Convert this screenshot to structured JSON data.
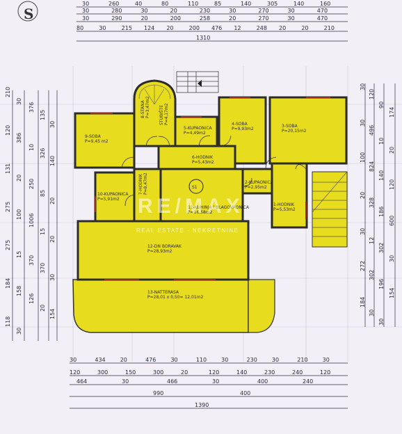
{
  "watermark": {
    "brand": "RE/MAX",
    "tagline": "REAL ESTATE · NEKRETNINE"
  },
  "north_marker": "S",
  "circle_mark": "S1",
  "rooms": [
    {
      "id": "9",
      "label": "9-SOBA",
      "area": "P=9,45 m2"
    },
    {
      "id": "8",
      "label": "8-STANA",
      "area": "P=3,47m2"
    },
    {
      "id": "stub",
      "label": "STUBIŠTE",
      "area": "P=4,17m2"
    },
    {
      "id": "5",
      "label": "5-KUPAONICA",
      "area": "P=4,49m2"
    },
    {
      "id": "4",
      "label": "4-SOBA",
      "area": "P=9,93m2"
    },
    {
      "id": "3",
      "label": "3-SOBA",
      "area": "P=20,15m2"
    },
    {
      "id": "6",
      "label": "6-HODNIK",
      "area": "P=5,43m2"
    },
    {
      "id": "10",
      "label": "10-KUPAONICA",
      "area": "P=5,91m2"
    },
    {
      "id": "7",
      "label": "7-HODNIK",
      "area": "P=8,47m2"
    },
    {
      "id": "11",
      "label": "11-KUHINJA I BLAGOVAONICA",
      "area": "P=16,58m2"
    },
    {
      "id": "2",
      "label": "2-KUPAONICA",
      "area": "P=2,95m2"
    },
    {
      "id": "1",
      "label": "1-HODNIK",
      "area": "P=5,53m2"
    },
    {
      "id": "12",
      "label": "12-DN BORAVAK",
      "area": "P=28,93m2"
    },
    {
      "id": "13",
      "label": "13-NATTERASA",
      "area": "P=28,01 x 0,50= 12,01m2"
    }
  ],
  "dimensions": {
    "top_row1": [
      "30",
      "260",
      "40",
      "80",
      "110",
      "85",
      "140",
      "305",
      "140",
      "160"
    ],
    "top_row2": [
      "30",
      "280",
      "30",
      "20",
      "230",
      "30",
      "270",
      "30",
      "470"
    ],
    "top_row3": [
      "30",
      "290",
      "20",
      "200",
      "258",
      "20",
      "270",
      "30",
      "470"
    ],
    "top_row4": [
      "80",
      "30",
      "215",
      "124",
      "20",
      "200",
      "476",
      "12",
      "248",
      "20",
      "20",
      "210"
    ],
    "top_total": "1310",
    "bottom_row1": [
      "30",
      "434",
      "20",
      "476",
      "30",
      "110",
      "30",
      "230",
      "30",
      "210",
      "30"
    ],
    "bottom_row2": [
      "120",
      "300",
      "150",
      "300",
      "20",
      "120",
      "140",
      "230",
      "240",
      "120"
    ],
    "bottom_row3": [
      "464",
      "30",
      "466",
      "30",
      "400",
      "240"
    ],
    "bottom_row4": [
      "990",
      "400"
    ],
    "bottom_total": "1390",
    "left_col": [
      "210",
      "30",
      "376",
      "135",
      "30",
      "120",
      "386",
      "10",
      "326",
      "140",
      "131",
      "20",
      "250",
      "85",
      "20",
      "275",
      "100",
      "1006",
      "15",
      "20",
      "275",
      "15",
      "370",
      "370",
      "30",
      "184",
      "158",
      "126",
      "20",
      "154",
      "118",
      "30"
    ],
    "right_col": [
      "30",
      "120",
      "90",
      "174",
      "30",
      "496",
      "10",
      "20",
      "100",
      "824",
      "140",
      "120",
      "20",
      "328",
      "186",
      "600",
      "30",
      "12",
      "302",
      "30",
      "272",
      "302",
      "196",
      "154",
      "184",
      "30",
      "30"
    ]
  }
}
